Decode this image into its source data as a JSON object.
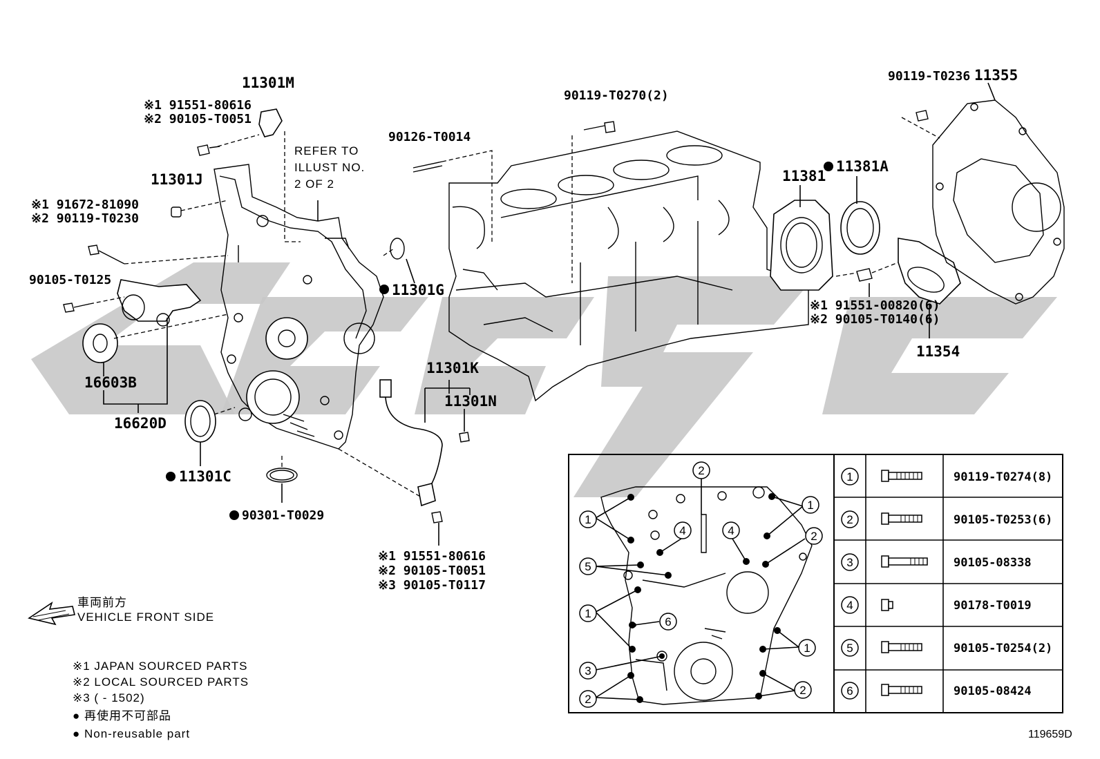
{
  "watermark": {
    "color": "#c8c8c8",
    "text": "CCGC"
  },
  "callouts": {
    "p11301M": "11301M",
    "p11301J": "11301J",
    "ref_note_1": "REFER TO",
    "ref_note_2": "ILLUST NO.",
    "ref_note_3": "2 OF 2",
    "p90126": "90126-T0014",
    "p90119_T0270": "90119-T0270(2)",
    "p90119_T0236": "90119-T0236",
    "p11355": "11355",
    "p11381": "11381",
    "p11381A": "11381A",
    "s1_91551_80616_top": "※1 91551-80616",
    "s2_90105_T0051_top": "※2 90105-T0051",
    "s1_91672": "※1 91672-81090",
    "s2_90119_T0230": "※2 90119-T0230",
    "p90105_T0125": "90105-T0125",
    "p11301G": "11301G",
    "p16603B": "16603B",
    "p16620D": "16620D",
    "p11301K": "11301K",
    "p11301N": "11301N",
    "p11301C": "11301C",
    "p90301": "90301-T0029",
    "s1_91551_80616_bot": "※1 91551-80616",
    "s2_90105_T0051_bot": "※2 90105-T0051",
    "s3_90105_T0117": "※3 90105-T0117",
    "s1_91551_00820": "※1 91551-00820(6)",
    "s2_90105_T0140": "※2 90105-T0140(6)",
    "p11354": "11354"
  },
  "front_side": {
    "jp": "車両前方",
    "en": "VEHICLE FRONT SIDE"
  },
  "legend": {
    "l1": "※1 JAPAN SOURCED PARTS",
    "l2": "※2 LOCAL SOURCED PARTS",
    "l3": "※3 (      - 1502)",
    "l4": "● 再使用不可部品",
    "l5": "● Non-reusable part"
  },
  "inset_callouts": [
    "1",
    "2",
    "3",
    "4",
    "5",
    "6"
  ],
  "bolt_table": [
    {
      "num": "1",
      "part": "90119-T0274(8)"
    },
    {
      "num": "2",
      "part": "90105-T0253(6)"
    },
    {
      "num": "3",
      "part": "90105-08338"
    },
    {
      "num": "4",
      "part": "90178-T0019"
    },
    {
      "num": "5",
      "part": "90105-T0254(2)"
    },
    {
      "num": "6",
      "part": "90105-08424"
    }
  ],
  "illustration_id": "119659D"
}
